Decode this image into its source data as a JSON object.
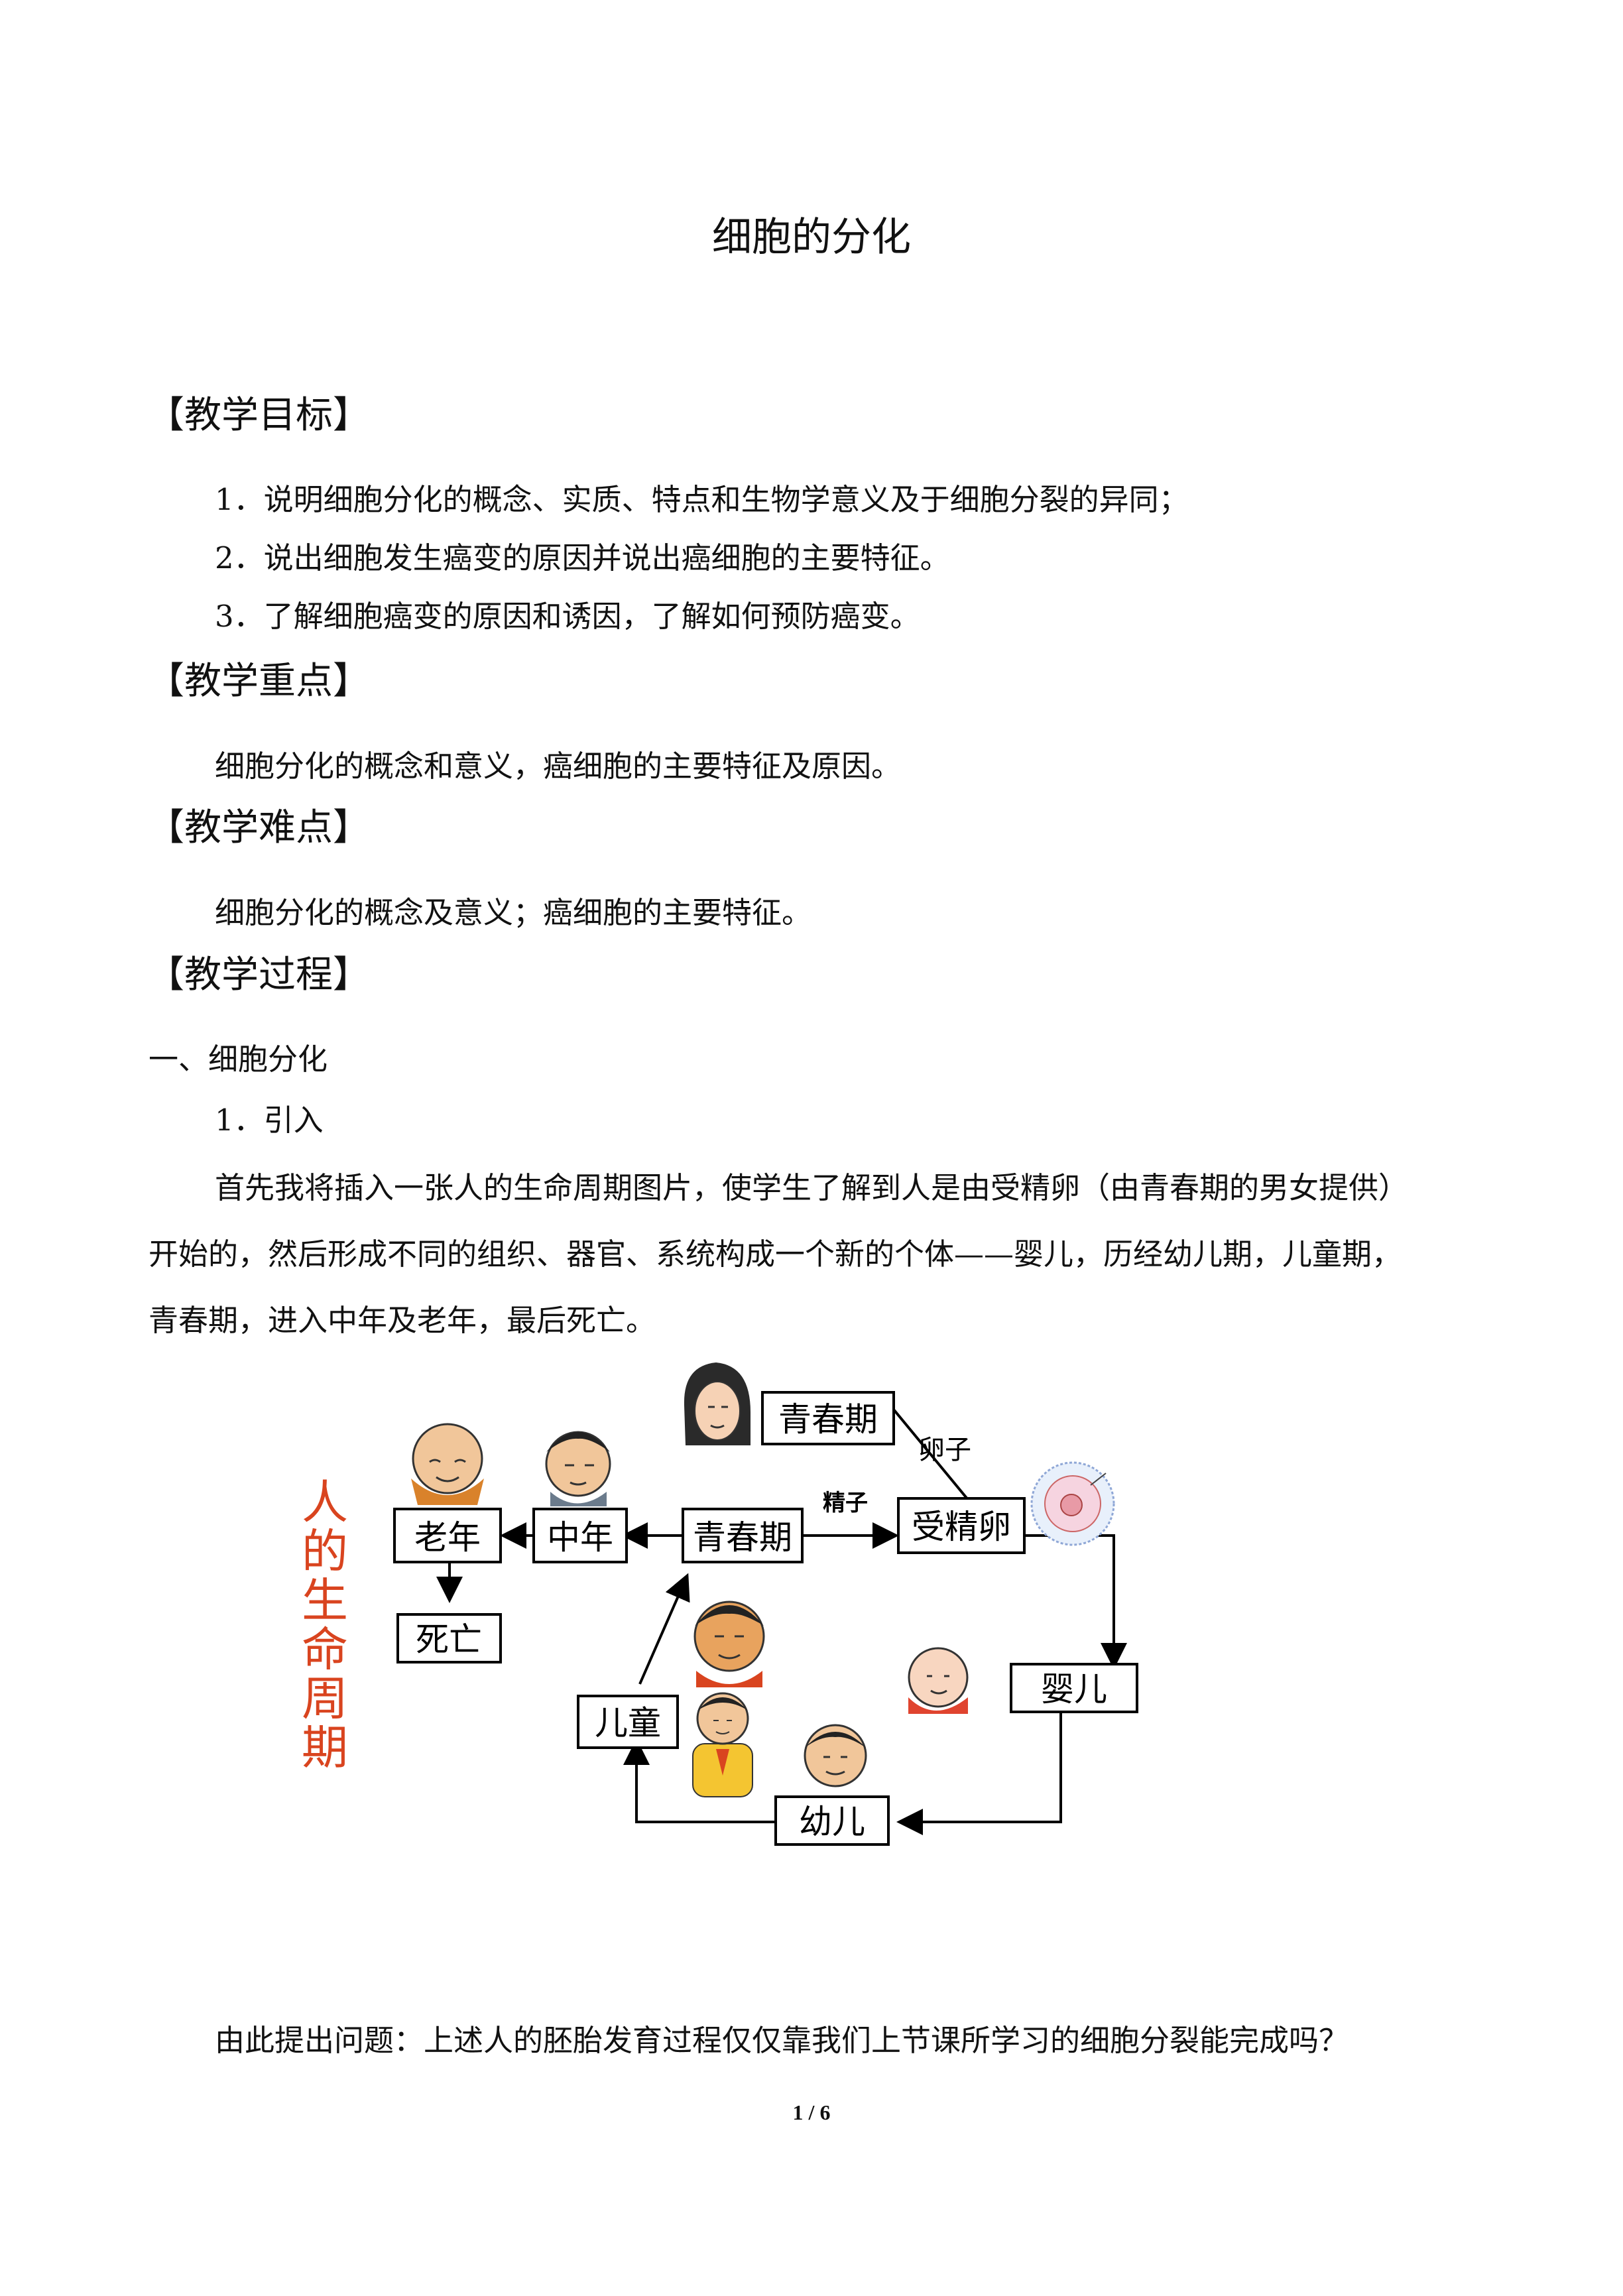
{
  "title": "细胞的分化",
  "sections": {
    "objectives": {
      "heading": "【教学目标】",
      "items": [
        "1．说明细胞分化的概念、实质、特点和生物学意义及于细胞分裂的异同；",
        "2．说出细胞发生癌变的原因并说出癌细胞的主要特征。",
        "3．了解细胞癌变的原因和诱因，了解如何预防癌变。"
      ]
    },
    "key_points": {
      "heading": "【教学重点】",
      "text": "细胞分化的概念和意义，癌细胞的主要特征及原因。"
    },
    "difficulties": {
      "heading": "【教学难点】",
      "text": "细胞分化的概念及意义；癌细胞的主要特征。"
    },
    "process": {
      "heading": "【教学过程】",
      "part1": "一、细胞分化",
      "step1": "1．引入",
      "paragraph_lines": [
        "首先我将插入一张人的生命周期图片，使学生了解到人是由受精卵（由青春期的男女提供）",
        "开始的，然后形成不同的组织、器官、系统构成一个新的个体——婴儿，历经幼儿期，儿童期，",
        "青春期，进入中年及老年，最后死亡。"
      ],
      "question": "由此提出问题：上述人的胚胎发育过程仅仅靠我们上节课所学习的细胞分裂能完成吗？"
    }
  },
  "diagram": {
    "side_title": [
      "人",
      "的",
      "生",
      "命",
      "周",
      "期"
    ],
    "side_title_color": "#d9441f",
    "stages": {
      "youth_female": "青春期",
      "egg": "卵子",
      "sperm": "精子",
      "zygote": "受精卵",
      "youth_male": "青春期",
      "middle_age": "中年",
      "old_age": "老年",
      "death": "死亡",
      "infant": "婴儿",
      "toddler": "幼儿",
      "child": "儿童"
    }
  },
  "page_number": "1 / 6"
}
